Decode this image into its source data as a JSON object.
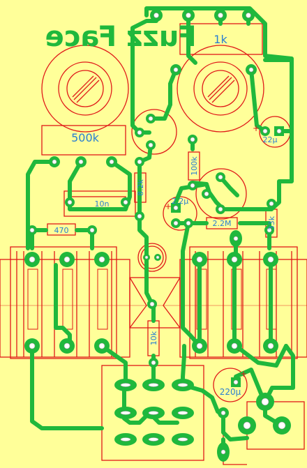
{
  "title": "Fuzz Face",
  "labels": {
    "pot_gain": "1k",
    "pot_volume": "500k",
    "cap_in": "22µ",
    "cap_mid": "2.2µ",
    "cap_small": "10n",
    "cap_supply": "220µ",
    "r_100k": "100k",
    "r_8k2": "8.2k",
    "r_470": "470",
    "r_2m2": "2.2M",
    "r_33k": "33k",
    "r_10k": "10k"
  },
  "colors": {
    "background": "#ffff99",
    "copper": "#1fb83c",
    "silkscreen": "#e01818",
    "values": "#2a7fd0"
  }
}
